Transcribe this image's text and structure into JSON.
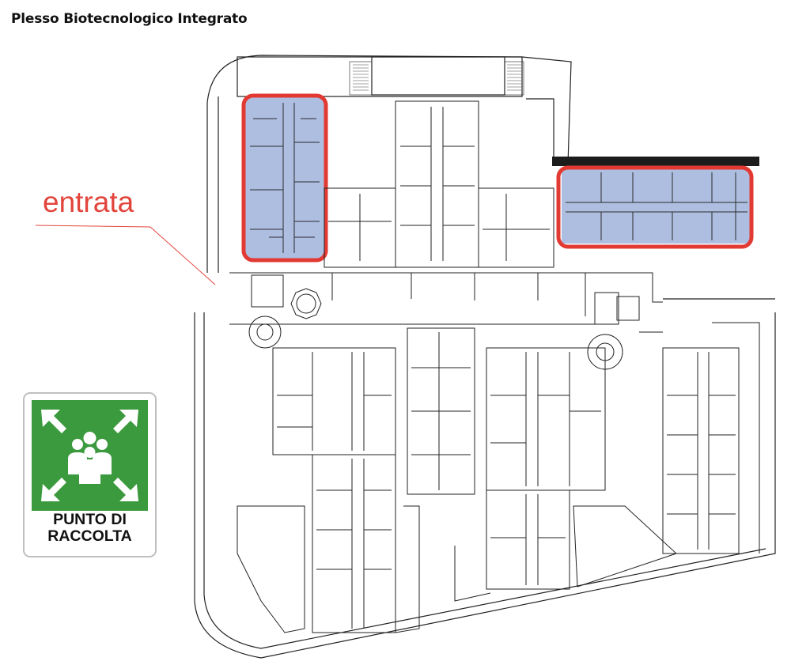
{
  "title": "Plesso Biotecnologico Integrato",
  "entrance_label": "entrata",
  "assembly_sign": {
    "line1": "PUNTO DI",
    "line2": "RACCOLTA",
    "icon": "assembly-point-icon",
    "color": "#3c9a3e"
  },
  "highlight_color": "#e23a32",
  "highlight_fill": "#9fb3dc",
  "highlighted_areas": [
    "north-west-wing",
    "north-east-wing"
  ]
}
